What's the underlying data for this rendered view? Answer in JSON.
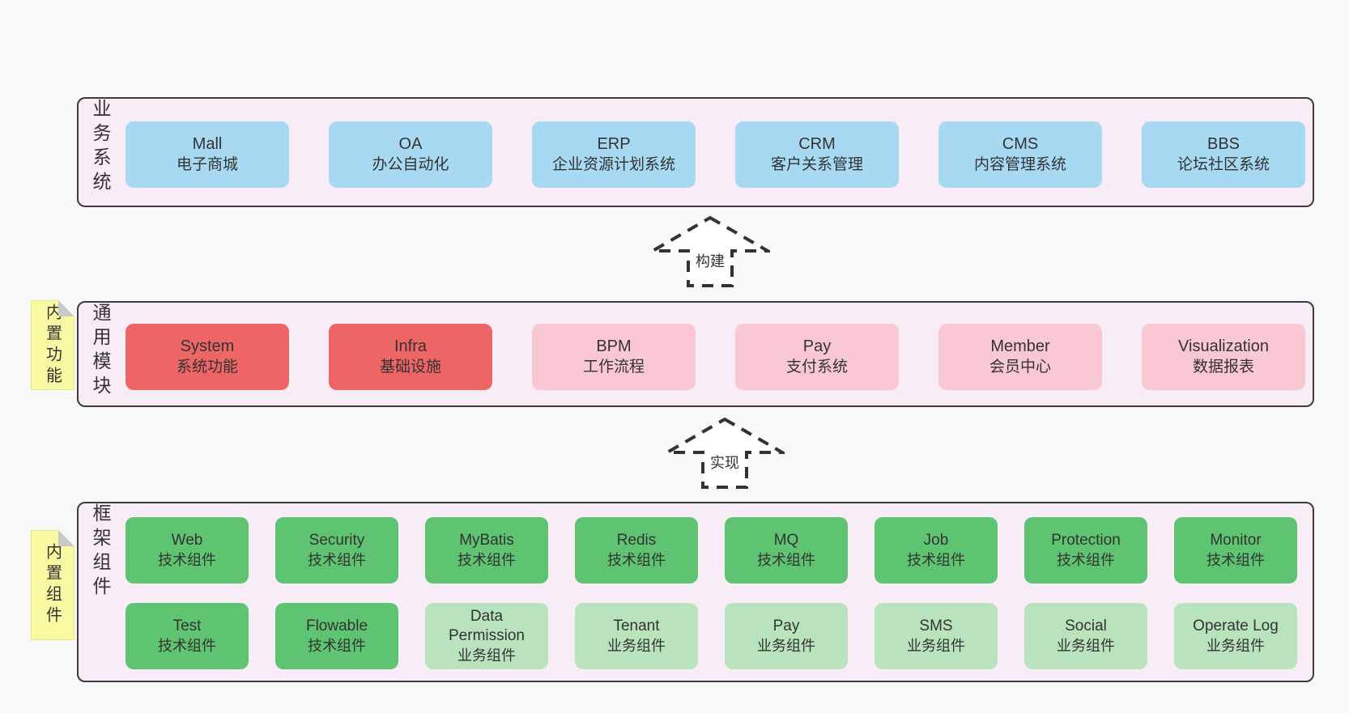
{
  "colors": {
    "page_background": "#f8f8f8",
    "panel_fill": "#f8edf6",
    "panel_border": "#3c3c3c",
    "blue_box": "#a7daf2",
    "red_box": "#ee6566",
    "pink_box": "#f9c8d2",
    "green_dark_box": "#5ec471",
    "green_light_box": "#b9e3bd",
    "sticky_yellow": "#f9f9a2",
    "fold_gray": "#c9c9c9",
    "text": "#333333"
  },
  "arrows": {
    "build": "构建",
    "implement": "实现"
  },
  "business": {
    "label": "业务系统",
    "items": [
      {
        "en": "Mall",
        "zh": "电子商城",
        "variant": "blue"
      },
      {
        "en": "OA",
        "zh": "办公自动化",
        "variant": "blue"
      },
      {
        "en": "ERP",
        "zh": "企业资源计划系统",
        "variant": "blue"
      },
      {
        "en": "CRM",
        "zh": "客户关系管理",
        "variant": "blue"
      },
      {
        "en": "CMS",
        "zh": "内容管理系统",
        "variant": "blue"
      },
      {
        "en": "BBS",
        "zh": "论坛社区系统",
        "variant": "blue"
      }
    ]
  },
  "modules": {
    "label": "通用模块",
    "sticky": "内置功能",
    "items": [
      {
        "en": "System",
        "zh": "系统功能",
        "variant": "red"
      },
      {
        "en": "Infra",
        "zh": "基础设施",
        "variant": "red"
      },
      {
        "en": "BPM",
        "zh": "工作流程",
        "variant": "pink"
      },
      {
        "en": "Pay",
        "zh": "支付系统",
        "variant": "pink"
      },
      {
        "en": "Member",
        "zh": "会员中心",
        "variant": "pink"
      },
      {
        "en": "Visualization",
        "zh": "数据报表",
        "variant": "pink"
      }
    ]
  },
  "components": {
    "label": "框架组件",
    "sticky": "内置组件",
    "row1": [
      {
        "en": "Web",
        "zh": "技术组件",
        "variant": "green-dark"
      },
      {
        "en": "Security",
        "zh": "技术组件",
        "variant": "green-dark"
      },
      {
        "en": "MyBatis",
        "zh": "技术组件",
        "variant": "green-dark"
      },
      {
        "en": "Redis",
        "zh": "技术组件",
        "variant": "green-dark"
      },
      {
        "en": "MQ",
        "zh": "技术组件",
        "variant": "green-dark"
      },
      {
        "en": "Job",
        "zh": "技术组件",
        "variant": "green-dark"
      },
      {
        "en": "Protection",
        "zh": "技术组件",
        "variant": "green-dark"
      },
      {
        "en": "Monitor",
        "zh": "技术组件",
        "variant": "green-dark"
      }
    ],
    "row2": [
      {
        "en": "Test",
        "zh": "技术组件",
        "variant": "green-dark"
      },
      {
        "en": "Flowable",
        "zh": "技术组件",
        "variant": "green-dark"
      },
      {
        "en": "Data Permission",
        "zh": "业务组件",
        "variant": "green-light"
      },
      {
        "en": "Tenant",
        "zh": "业务组件",
        "variant": "green-light"
      },
      {
        "en": "Pay",
        "zh": "业务组件",
        "variant": "green-light"
      },
      {
        "en": "SMS",
        "zh": "业务组件",
        "variant": "green-light"
      },
      {
        "en": "Social",
        "zh": "业务组件",
        "variant": "green-light"
      },
      {
        "en": "Operate Log",
        "zh": "业务组件",
        "variant": "green-light"
      }
    ]
  }
}
